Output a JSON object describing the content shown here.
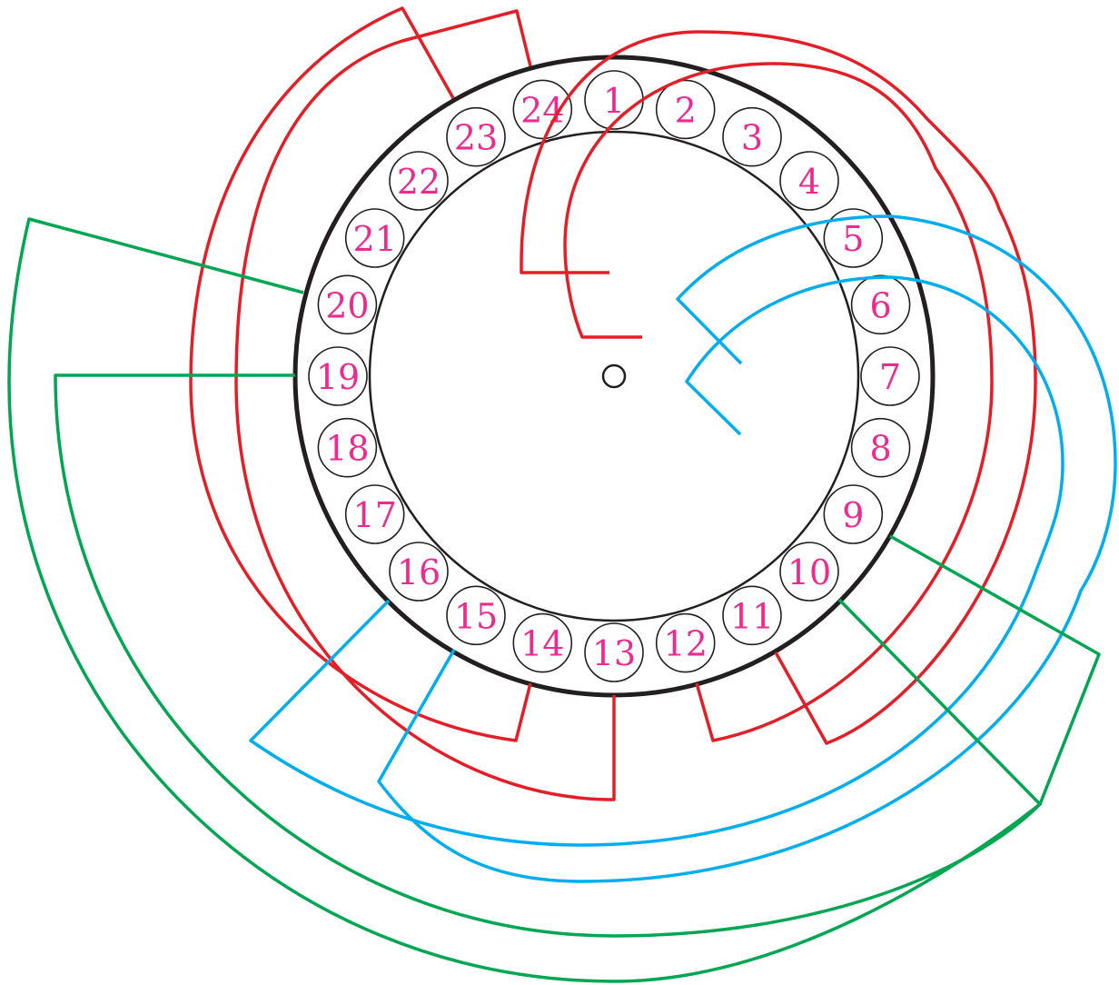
{
  "diagram": {
    "slot_labels": [
      "1",
      "2",
      "3",
      "4",
      "5",
      "6",
      "7",
      "8",
      "9",
      "10",
      "11",
      "12",
      "13",
      "14",
      "15",
      "16",
      "17",
      "18",
      "19",
      "20",
      "21",
      "22",
      "23",
      "24"
    ]
  },
  "colors": {
    "outline": "#231f20",
    "label": "#ec2a8f",
    "phase_red": "#e41e26",
    "phase_blue": "#00aeef",
    "phase_green": "#00a651"
  },
  "windings": [
    {
      "name": "winding-red-a",
      "phase": "red"
    },
    {
      "name": "winding-red-b",
      "phase": "red"
    },
    {
      "name": "winding-red-c",
      "phase": "red"
    },
    {
      "name": "winding-red-d",
      "phase": "red"
    },
    {
      "name": "winding-blue-a",
      "phase": "blue"
    },
    {
      "name": "winding-blue-b",
      "phase": "blue"
    },
    {
      "name": "winding-green-a",
      "phase": "green"
    },
    {
      "name": "winding-green-b",
      "phase": "green"
    }
  ]
}
